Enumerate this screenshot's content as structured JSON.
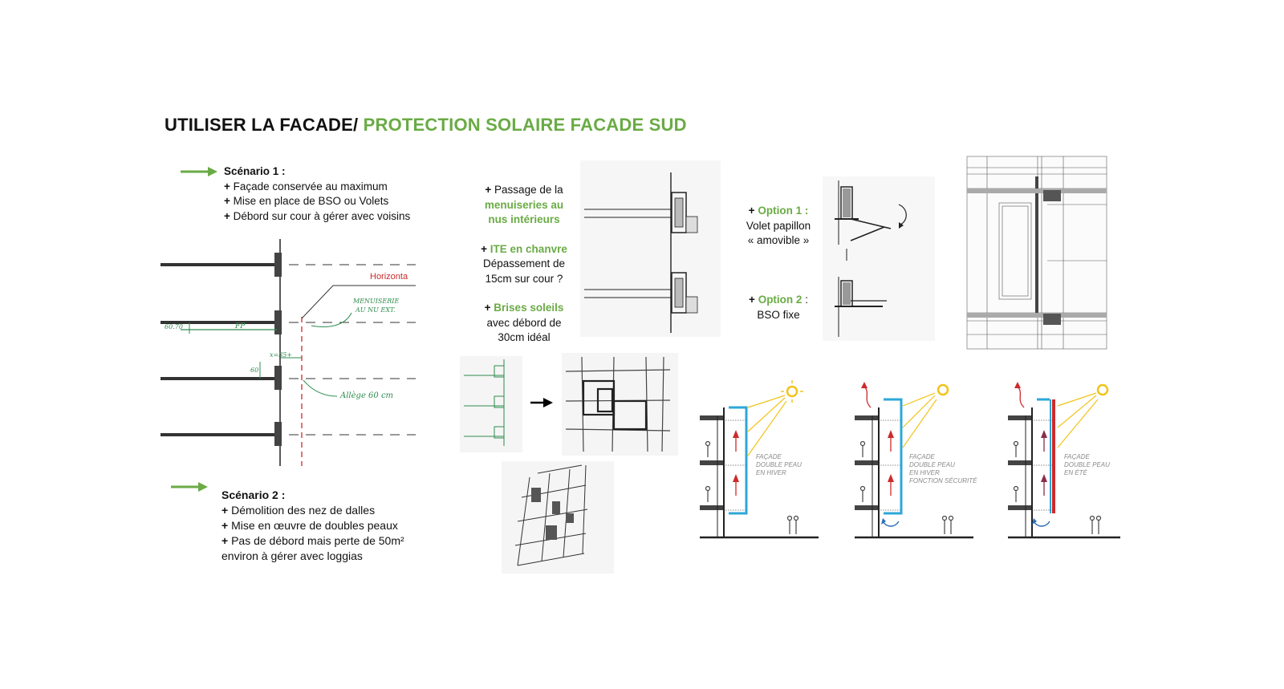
{
  "title": {
    "part1": "UTILISER LA FACADE/",
    "part2": "PROTECTION SOLAIRE FACADE SUD"
  },
  "scenario1": {
    "heading": "Scénario 1 :",
    "lines": [
      "Façade conservée au maximum",
      "Mise en place de BSO ou Volets",
      "Débord sur cour à gérer avec voisins"
    ]
  },
  "scenario2": {
    "heading": "Scénario 2 :",
    "lines": [
      "Démolition des nez de dalles",
      "Mise en œuvre de doubles peaux",
      "Pas de débord mais perte de 50m²"
    ],
    "continuation": "environ à gérer avec loggias"
  },
  "sketch_left": {
    "horizon": "Horizonta",
    "note1a": "MENUISERIE",
    "note1b": "AU NU EXT.",
    "fp": "FP",
    "dim1": "60.70",
    "dim2": "x=35+",
    "dim3": "60",
    "allege": "Allège 60 cm"
  },
  "middle_notes": {
    "n1_plain": "Passage de la",
    "n1_green1": "menuiseries au",
    "n1_green2": "nus intérieurs",
    "n2_green": "ITE en chanvre",
    "n2_plain1": "Dépassement de",
    "n2_plain2": "15cm sur cour ?",
    "n3_green": "Brises soleils",
    "n3_plain1": "avec débord de",
    "n3_plain2": "30cm idéal"
  },
  "options": {
    "opt1_green": "Option 1 :",
    "opt1_l1": "Volet papillon",
    "opt1_l2": "« amovible »",
    "opt2_green": "Option 2",
    "opt2_colon": " :",
    "opt2_l1": "BSO fixe"
  },
  "double_skin": [
    {
      "l1": "FAÇADE",
      "l2": "DOUBLE PEAU",
      "l3": "EN HIVER",
      "l4": ""
    },
    {
      "l1": "FAÇADE",
      "l2": "DOUBLE PEAU",
      "l3": "EN HIVER",
      "l4": "FONCTION SÉCURITÉ"
    },
    {
      "l1": "FAÇADE",
      "l2": "DOUBLE PEAU",
      "l3": "EN ÉTÉ",
      "l4": ""
    }
  ],
  "plus": "+",
  "colors": {
    "green": "#6aab45",
    "hand_green": "#2e8b4e",
    "red": "#cc2b2b",
    "blue": "#2ea7d8",
    "sun": "#f2c31a"
  }
}
